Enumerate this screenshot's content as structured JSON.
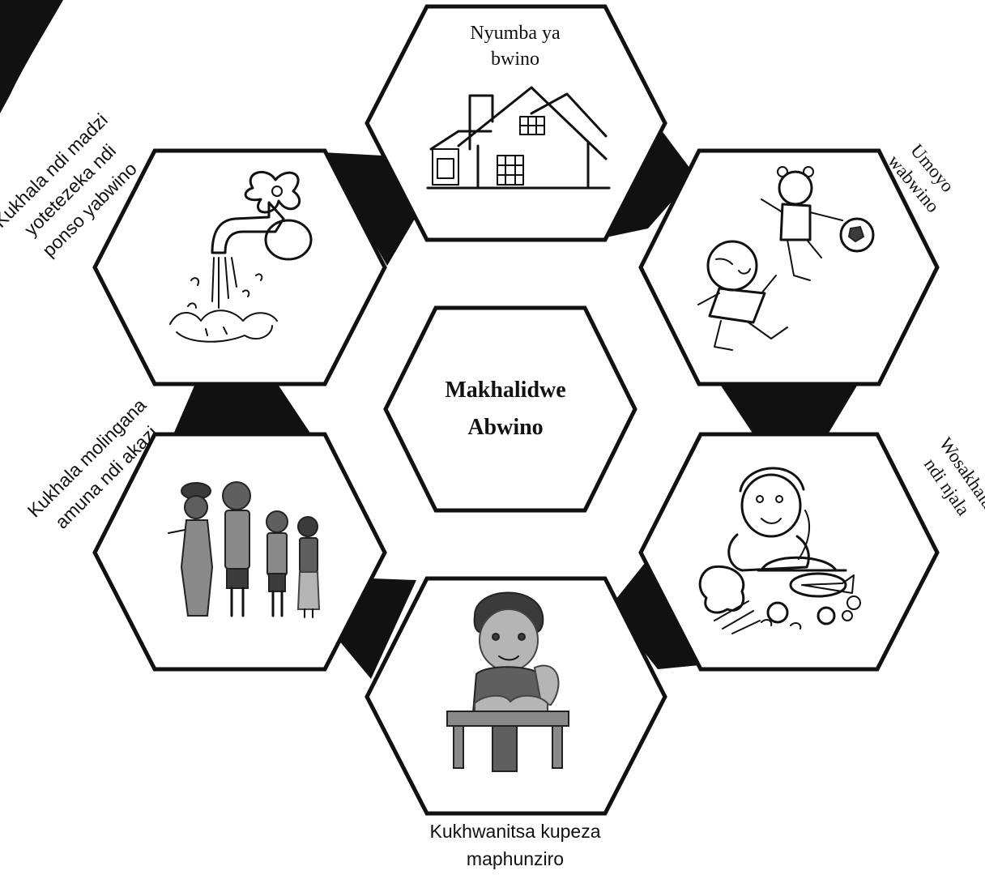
{
  "center": {
    "line1": "Makhalidwe",
    "line2": "Abwino"
  },
  "nodes": {
    "house": {
      "line1": "Nyumba ya",
      "line2": "bwino",
      "icon": "house-icon"
    },
    "water": {
      "line1": "Kukhala ndi madzi",
      "line2": "yotetezeka ndi",
      "line3": "ponso yabwino",
      "icon": "water-tap-icon"
    },
    "health": {
      "line1": "Umoyo",
      "line2": "wabwino",
      "icon": "children-playing-icon"
    },
    "equality": {
      "line1": "Kukhala molingana",
      "line2": "amuna ndi akazi",
      "icon": "family-icon"
    },
    "food": {
      "line1": "Wosakhala",
      "line2": "ndi njala",
      "icon": "girl-with-food-icon"
    },
    "education": {
      "line1": "Kukhwanitsa kupeza",
      "line2": "maphunziro",
      "icon": "boy-reading-icon"
    }
  },
  "colors": {
    "outline": "#111111",
    "background": "#ffffff",
    "connector": "#111111"
  }
}
